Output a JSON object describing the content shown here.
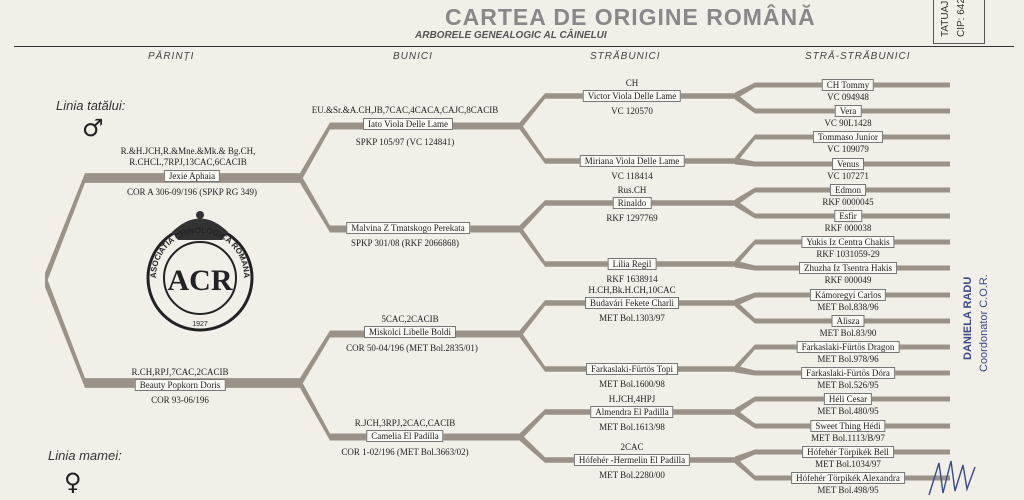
{
  "header": {
    "title": "CARTEA DE ORIGINE ROMÂNĂ",
    "subtitle": "ARBORELE GENEALOGIC AL CÂINELUI",
    "stamp_line1": "TATUAJ",
    "stamp_line2": "CIP: 642"
  },
  "columns": [
    "PĂRINȚI",
    "BUNICI",
    "STRĂBUNICI",
    "STRĂ-STRĂBUNICI"
  ],
  "lines": {
    "father": "Linia tatălui:",
    "father_symbol": "♂",
    "mother": "Linia mamei:",
    "mother_symbol": "♀"
  },
  "logo": {
    "text": "ASOCIATIA CHINOLOGICA ROMANA",
    "monogram": "ACR",
    "year": "1927"
  },
  "parents": [
    {
      "titles": "R.&H.JCH,R.&Mne.&Mk.& Bg.CH,",
      "titles2": "R.CHCL,7RPJ,13CAC,6CACIB",
      "name": "Jexie Aphaia",
      "reg": "COR A 306-09/196 (SPKP RG 349)"
    },
    {
      "titles": "R.CH,RPJ,7CAC,2CACIB",
      "titles2": "",
      "name": "Beauty Popkorn Doris",
      "reg": "COR 93-06/196"
    }
  ],
  "grandparents": [
    {
      "titles": "EU.&Sr.&A.CH,JB,7CAC,4CACA,CAJC,8CACIB",
      "name": "Iato Viola Delle Lame",
      "reg": "SPKP 105/97 (VC 124841)"
    },
    {
      "titles": "",
      "name": "Malvina Z Tmatskogo Perekata",
      "reg": "SPKP 301/08 (RKF 2066868)"
    },
    {
      "titles": "5CAC,2CACIB",
      "name": "Miskolci Libelle Boldi",
      "reg": "COR 50-04/196 (MET Bol.2835/01)"
    },
    {
      "titles": "R.JCH,3RPJ,2CAC,CACIB",
      "name": "Camelia El Padilla",
      "reg": "COR 1-02/196 (MET Bol.3663/02)"
    }
  ],
  "great_grandparents": [
    {
      "titles": "CH",
      "name": "Victor Viola Delle Lame",
      "reg": "VC 120570"
    },
    {
      "titles": "",
      "name": "Miriana Viola Delle Lame",
      "reg": "VC 118414"
    },
    {
      "titles": "Rus.CH",
      "name": "Rinaldo",
      "reg": "RKF 1297769"
    },
    {
      "titles": "",
      "name": "Lilia Regil",
      "reg": "RKF 1638914"
    },
    {
      "titles": "H.CH,Bk.H.CH,10CAC",
      "name": "Budavári Fekete Charli",
      "reg": "MET Bol.1303/97"
    },
    {
      "titles": "",
      "name": "Farkaslaki-Fürtös Topi",
      "reg": "MET Bol.1600/98"
    },
    {
      "titles": "H.JCH,4HPJ",
      "name": "Almendra El Padilla",
      "reg": "MET Bol.1613/98"
    },
    {
      "titles": "2CAC",
      "name": "Hófehér -Hermelin El Padilla",
      "reg": "MET Bol.2280/00"
    }
  ],
  "great_great_grandparents": [
    {
      "name": "CH Tommy",
      "reg": "VC 094948"
    },
    {
      "name": "Vera",
      "reg": "VC 90L1428"
    },
    {
      "name": "Tommaso Junior",
      "reg": "VC 109079"
    },
    {
      "name": "Venus",
      "reg": "VC 107271"
    },
    {
      "name": "Edmon",
      "reg": "RKF 0000045"
    },
    {
      "name": "Esfir",
      "reg": "RKF 000038"
    },
    {
      "name": "Yukis Iz Centra Chakis",
      "reg": "RKF 1031059-29"
    },
    {
      "name": "Zhuzha Iz Tsentra Hakis",
      "reg": "RKF 000049"
    },
    {
      "name": "Kámoregyi Carlos",
      "reg": "MET Bol.838/96"
    },
    {
      "name": "Alisza",
      "reg": "MET Bol.83/90"
    },
    {
      "name": "Farkaslaki-Fürtös Dragon",
      "reg": "MET Bol.978/96"
    },
    {
      "name": "Farkaslaki-Fürtös Dóra",
      "reg": "MET Bol.526/95"
    },
    {
      "name": "Héli Cesar",
      "reg": "MET Bol.480/95"
    },
    {
      "name": "Sweet Thing Hédi",
      "reg": "MET Bol.1113/B/97"
    },
    {
      "name": "Hófehér Törpikék Bell",
      "reg": "MET Bol.1034/97"
    },
    {
      "name": "Hófehér Törpikék Alexandra",
      "reg": "MET Bol.498/95"
    }
  ],
  "signature": {
    "name": "DANIELA RADU",
    "role": "Coordonator C.O.R."
  },
  "colors": {
    "branch": "#9a9288",
    "paper": "#f2efe8",
    "signature_ink": "#3b4a8a"
  }
}
